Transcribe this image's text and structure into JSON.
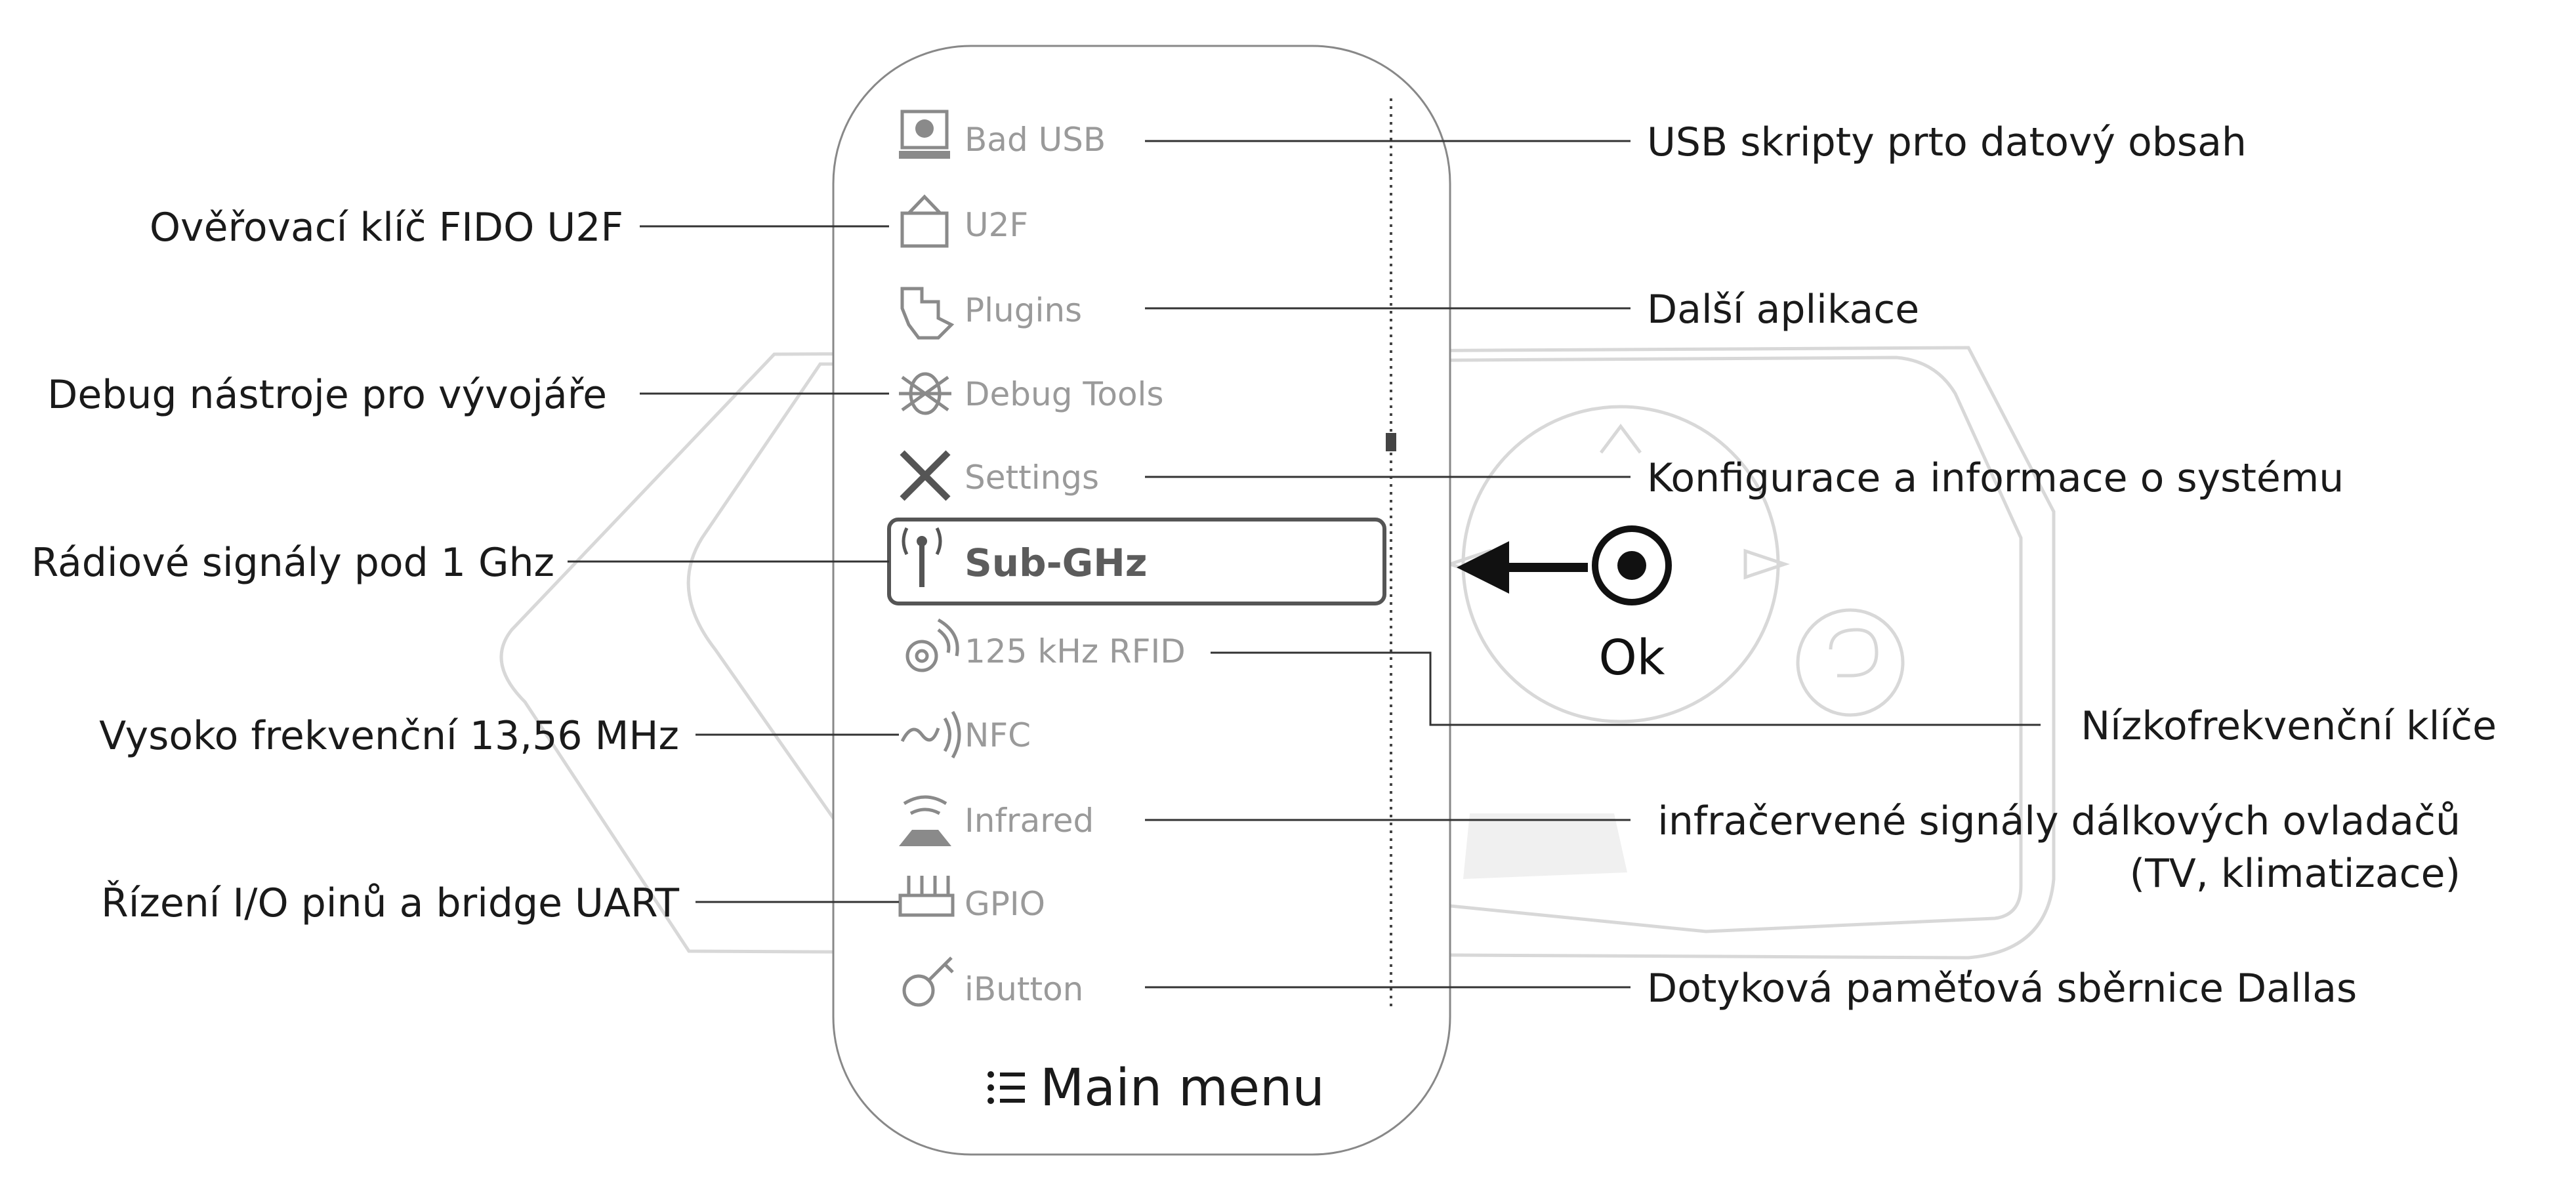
{
  "menu": {
    "title": "Main menu",
    "title_icon": "list-icon",
    "items": [
      {
        "label": "Bad USB",
        "icon": "skull-usb-icon"
      },
      {
        "label": "U2F",
        "icon": "u2f-key-icon"
      },
      {
        "label": "Plugins",
        "icon": "puzzle-icon"
      },
      {
        "label": "Debug Tools",
        "icon": "bug-icon"
      },
      {
        "label": "Settings",
        "icon": "tools-icon"
      },
      {
        "label": "Sub-GHz",
        "icon": "antenna-icon",
        "selected": true
      },
      {
        "label": "125 kHz RFID",
        "icon": "rfid-icon"
      },
      {
        "label": "NFC",
        "icon": "nfc-icon"
      },
      {
        "label": "Infrared",
        "icon": "infrared-icon"
      },
      {
        "label": "GPIO",
        "icon": "gpio-icon"
      },
      {
        "label": "iButton",
        "icon": "ibutton-key-icon"
      }
    ]
  },
  "ok_button": {
    "label": "Ok",
    "icon": "ok-dot-icon"
  },
  "annotations": {
    "left": [
      {
        "item": "U2F",
        "text": "Ověřovací klíč FIDO U2F"
      },
      {
        "item": "Debug Tools",
        "text": "Debug nástroje pro vývojáře"
      },
      {
        "item": "Sub-GHz",
        "text": "Rádiové signály pod 1 Ghz"
      },
      {
        "item": "NFC",
        "text": "Vysoko frekvenční 13,56 MHz"
      },
      {
        "item": "GPIO",
        "text": "Řízení I/O pinů a bridge UART"
      }
    ],
    "right": [
      {
        "item": "Bad USB",
        "text": "USB skripty prto datový obsah"
      },
      {
        "item": "Plugins",
        "text": "Další aplikace"
      },
      {
        "item": "Settings",
        "text": "Konfigurace a informace o systému"
      },
      {
        "item": "125 kHz RFID",
        "text": "Nízkofrekvenční klíče"
      },
      {
        "item": "Infrared",
        "text": "infračervené signály dálkových ovladačů",
        "text2": "(TV, klimatizace)"
      },
      {
        "item": "iButton",
        "text": "Dotyková paměťová sběrnice Dallas"
      }
    ]
  },
  "colors": {
    "text": "#1a1a1a",
    "menu_item": "#9a9a9a",
    "selected": "#5c5c5c",
    "ghost": "#d8d8d8"
  }
}
